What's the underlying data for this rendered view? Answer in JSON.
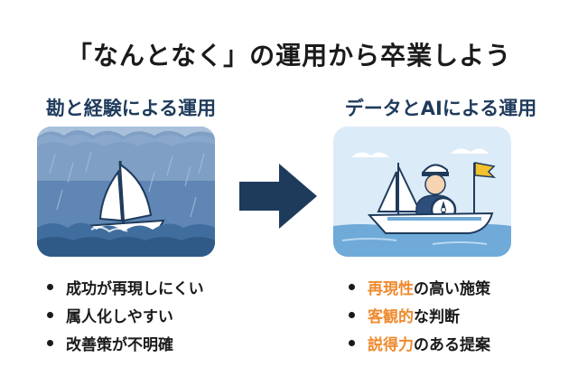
{
  "title": "「なんとなく」の運用から卒業しよう",
  "left": {
    "heading": "勘と経験による運用",
    "scene_icon": "sailboat-in-storm",
    "bullets": [
      {
        "text": "成功が再現しにくい"
      },
      {
        "text": "属人化しやすい"
      },
      {
        "text": "改善策が不明確"
      }
    ]
  },
  "arrow_icon": "right-arrow",
  "right": {
    "heading": "データとAIによる運用",
    "scene_icon": "captain-with-compass-on-boat",
    "bullets": [
      {
        "highlight": "再現性",
        "rest": "の高い施策"
      },
      {
        "highlight": "客観的",
        "rest": "な判断"
      },
      {
        "highlight": "説得力",
        "rest": "のある提案"
      }
    ]
  },
  "colors": {
    "heading": "#1f3b5c",
    "highlight": "#ef8a2e",
    "arrow": "#1f3b5c",
    "storm_sea": "#3f6d9e",
    "calm_sky": "#dcebf8"
  }
}
